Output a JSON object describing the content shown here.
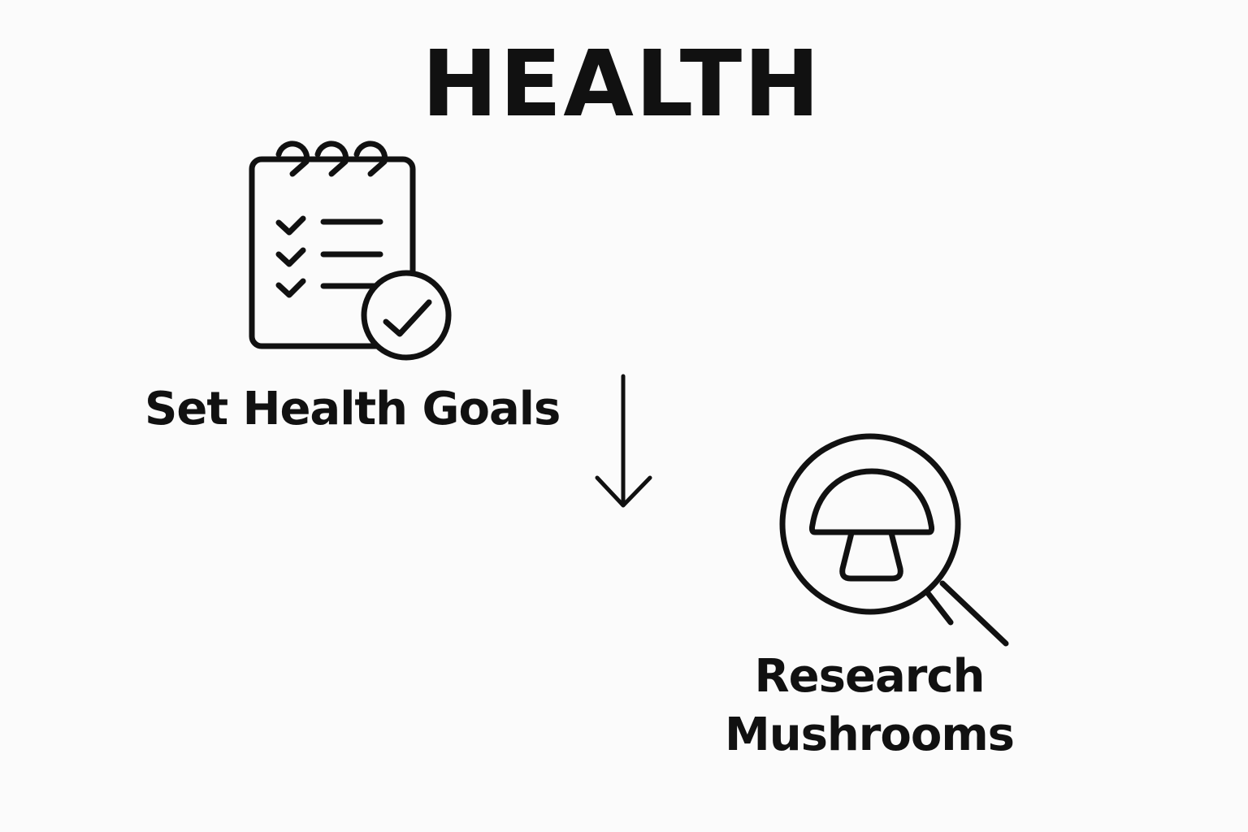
{
  "title": "HEALTH",
  "steps": [
    {
      "label": "Set Health Goals",
      "icon": "checklist-notepad-icon"
    },
    {
      "label": "Research\nMushrooms",
      "icon": "mushroom-magnifier-icon"
    }
  ],
  "connector": {
    "icon": "arrow-down-icon",
    "direction": "down"
  },
  "colors": {
    "background": "#fbfbfb",
    "ink": "#111111"
  }
}
